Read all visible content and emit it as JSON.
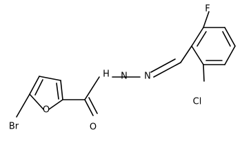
{
  "diagram": {
    "labels": {
      "br": "Br",
      "o_ring": "O",
      "o_carbonyl": "O",
      "nh": "H",
      "n1": "N",
      "n2": "N",
      "f": "F",
      "cl": "Cl"
    },
    "colors": {
      "bond": "#000000",
      "text": "#000000",
      "background": "#ffffff"
    }
  }
}
